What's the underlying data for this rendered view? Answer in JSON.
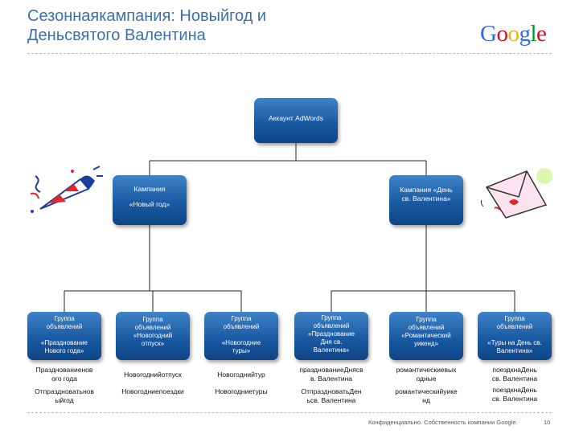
{
  "title": [
    "Сезоннаякампания: Новыйгод и",
    "Деньсвятого Валентина"
  ],
  "logo_letters": [
    {
      "ch": "G",
      "color": "#3369e8"
    },
    {
      "ch": "o",
      "color": "#d50f25"
    },
    {
      "ch": "o",
      "color": "#eeb211"
    },
    {
      "ch": "g",
      "color": "#3369e8"
    },
    {
      "ch": "l",
      "color": "#009925"
    },
    {
      "ch": "e",
      "color": "#d50f25"
    }
  ],
  "account": "Аккаунт AdWords",
  "campaigns": [
    {
      "lines": [
        "Кампания",
        "«Новый год»"
      ]
    },
    {
      "lines": [
        "Кампания «День",
        "св. Валентина»"
      ]
    }
  ],
  "ad_groups": [
    {
      "lines": [
        "Группа",
        "объявлений",
        "",
        "«Празднование",
        "Нового года»"
      ],
      "keywords": [
        [
          "Празднованиенов",
          "ого года"
        ],
        [
          "Отпраздноватьнов",
          "ыйгод"
        ]
      ]
    },
    {
      "lines": [
        "Группа",
        "объявлений",
        "«Новогодний",
        "отпуск»"
      ],
      "keywords": [
        [
          "Новогоднийотпуск"
        ],
        [
          "Новогодниепоездки"
        ]
      ]
    },
    {
      "lines": [
        "Группа",
        "объявлений",
        "",
        "«Новогодние",
        "туры»"
      ],
      "keywords": [
        [
          "Новогоднийтур"
        ],
        [
          "Новогодниетуры"
        ]
      ]
    },
    {
      "lines": [
        "Группа",
        "объявлений",
        "«Празднование",
        "Дня св.",
        "Валентина»"
      ],
      "keywords": [
        [
          "празднованиеДнясв",
          "в. Валентина"
        ],
        [
          "ОтпраздноватьДен",
          "ьсв. Валентина"
        ]
      ]
    },
    {
      "lines": [
        "Группа",
        "объявлений",
        "«Романтический",
        "уикенд»"
      ],
      "keywords": [
        [
          "романтическиевых",
          "одные"
        ],
        [
          "романтическийуике",
          "нд"
        ]
      ]
    },
    {
      "lines": [
        "Группа",
        "объявлений",
        "",
        "«Туры на День св.",
        "Валентина»"
      ],
      "keywords": [
        [
          "поездкнаДень",
          "св. Валентина"
        ],
        [
          "поездкнаДень",
          "св. Валентина"
        ]
      ]
    }
  ],
  "footer": "Конфиденциально. Собственность компании Google.",
  "page_number": "10"
}
